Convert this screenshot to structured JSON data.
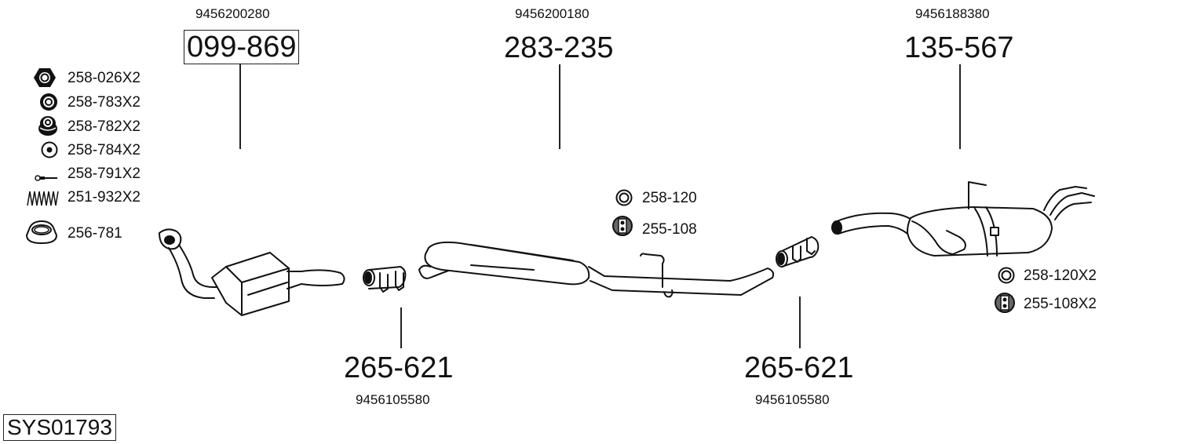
{
  "system_code": "SYS01793",
  "parts": [
    {
      "oem": "9456200280",
      "part_no": "099-869",
      "boxed": true,
      "name": "catalytic-converter"
    },
    {
      "oem": "9456200180",
      "part_no": "283-235",
      "boxed": false,
      "name": "middle-silencer"
    },
    {
      "oem": "9456188380",
      "part_no": "135-567",
      "boxed": false,
      "name": "rear-silencer"
    },
    {
      "oem": "9456105580",
      "part_no": "265-621",
      "boxed": false,
      "name": "pipe-connector-1"
    },
    {
      "oem": "9456105580",
      "part_no": "265-621",
      "boxed": false,
      "name": "pipe-connector-2"
    }
  ],
  "legend": [
    {
      "icon": "hex-nut-icon",
      "label": "258-026X2"
    },
    {
      "icon": "washer-thick-icon",
      "label": "258-783X2"
    },
    {
      "icon": "spring-washer-stack-icon",
      "label": "258-782X2"
    },
    {
      "icon": "washer-flat-icon",
      "label": "258-784X2"
    },
    {
      "icon": "bolt-icon",
      "label": "258-791X2"
    },
    {
      "icon": "spring-icon",
      "label": "251-932X2"
    },
    {
      "icon": "gasket-ring-icon",
      "label": "256-781"
    }
  ],
  "mid_accessories": [
    {
      "icon": "rubber-ring-icon",
      "label": "258-120"
    },
    {
      "icon": "rubber-mount-icon",
      "label": "255-108"
    }
  ],
  "rear_accessories": [
    {
      "icon": "rubber-ring-icon",
      "label": "258-120X2"
    },
    {
      "icon": "rubber-mount-icon",
      "label": "255-108X2"
    }
  ]
}
